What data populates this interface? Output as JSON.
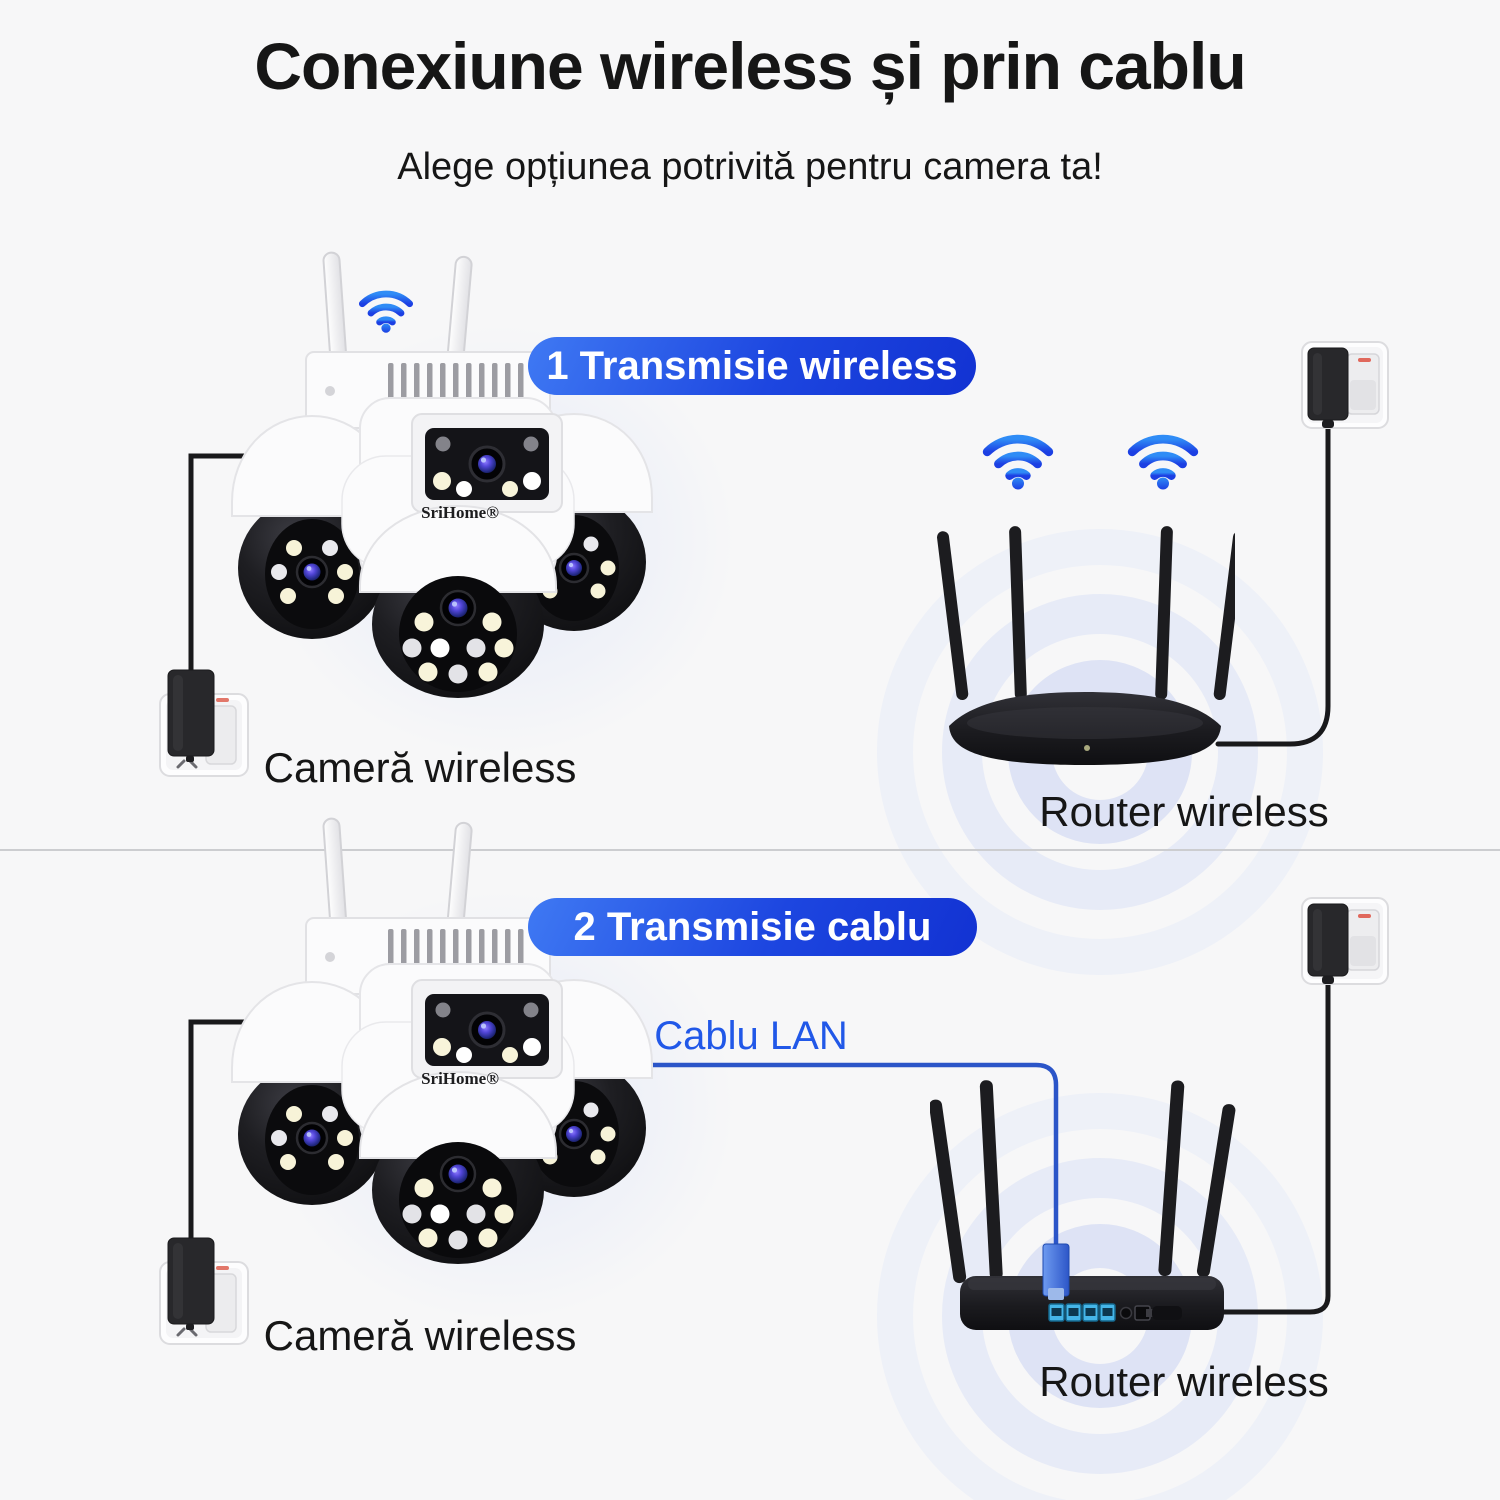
{
  "header": {
    "title": "Conexiune wireless și prin cablu",
    "subtitle": "Alege opțiunea potrivită pentru camera ta!"
  },
  "wireless_section": {
    "badge_label": "1 Transmisie wireless",
    "camera_label": "Cameră wireless",
    "router_label": "Router wireless",
    "camera_brand": "SriHome®"
  },
  "cable_section": {
    "badge_label": "2 Transmisie cablu",
    "lan_cable_label": "Cablu LAN",
    "camera_label": "Cameră wireless",
    "router_label": "Router wireless",
    "camera_brand": "SriHome®"
  },
  "icons": {
    "wifi": "wifi-signal-icon",
    "camera": "ptz-dual-lens-camera",
    "router_front": "wireless-router-front",
    "router_rear": "wireless-router-rear-ports",
    "power_adapter": "power-adapter-in-wall-socket"
  },
  "colors": {
    "background": "#f7f7f8",
    "divider": "#cccdd0",
    "badge_gradient_start": "#3f79f3",
    "badge_gradient_end": "#1232d2",
    "wifi_blue_top": "#2f8cf6",
    "wifi_blue_bottom": "#1c3fe3",
    "lan_text_blue": "#2158e8",
    "lan_line_blue": "#2b55c8",
    "text_dark": "#161616"
  }
}
